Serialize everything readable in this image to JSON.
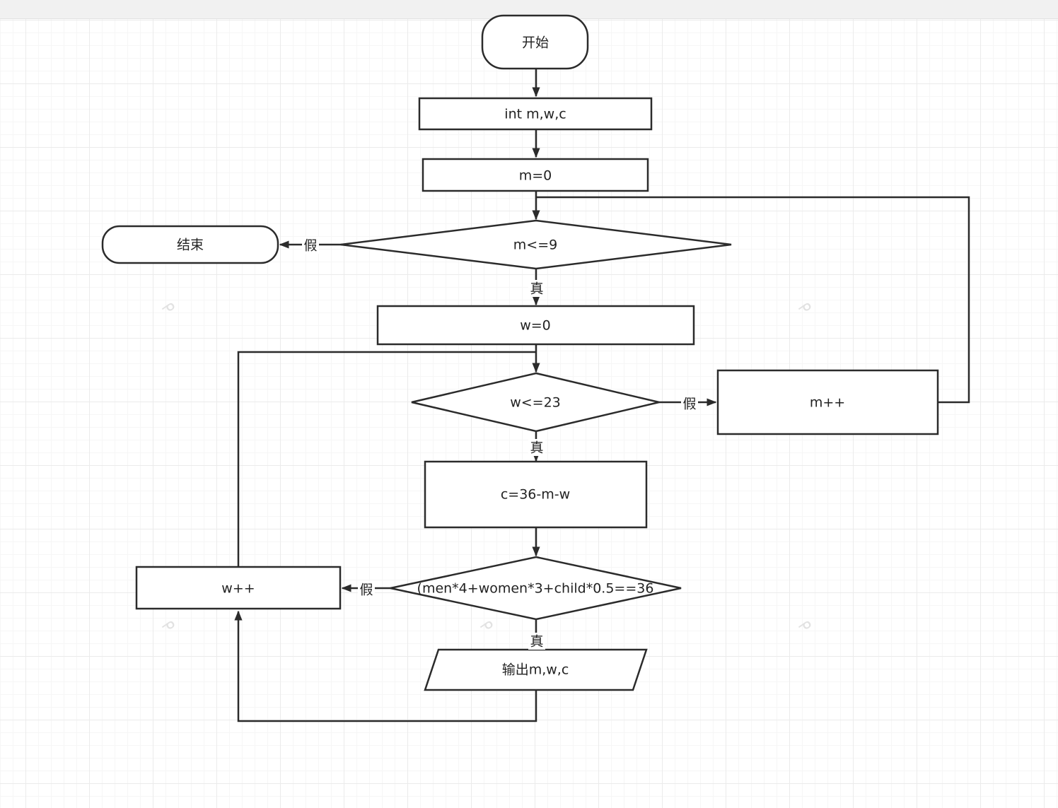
{
  "nodes": {
    "start": "开始",
    "declare": "int m,w,c",
    "init_m": "m=0",
    "cond_m": "m<=9",
    "end": "结束",
    "init_w": "w=0",
    "cond_w": "w<=23",
    "inc_m": "m++",
    "calc_c": "c=36-m-w",
    "cond_total": "(men*4+women*3+child*0.5==36",
    "inc_w": "w++",
    "output": "输出m,w,c"
  },
  "edge_labels": {
    "cond_m_false": "假",
    "cond_m_true": "真",
    "cond_w_false": "假",
    "cond_w_true": "真",
    "cond_total_false": "假",
    "cond_total_true": "真"
  },
  "colors": {
    "stroke": "#2b2b2b",
    "grid": "#ebebeb",
    "background": "#ffffff"
  }
}
